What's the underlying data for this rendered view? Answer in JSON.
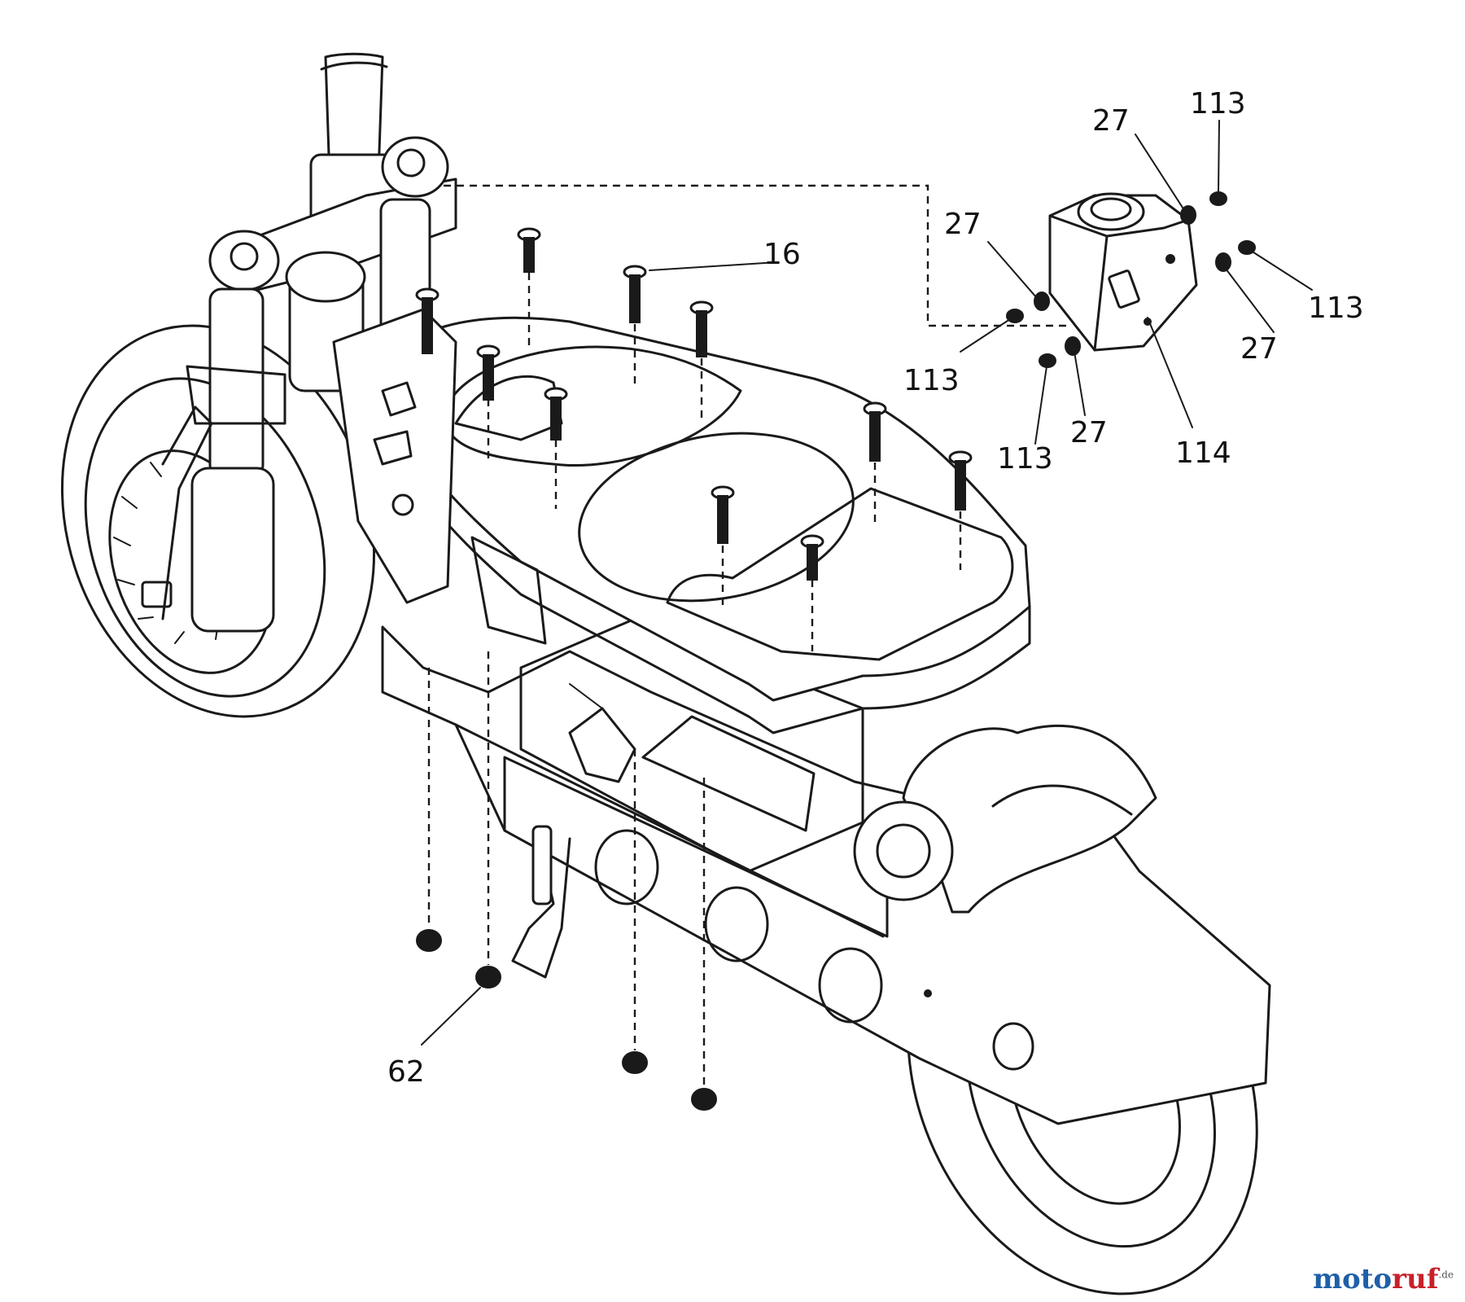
{
  "callouts": [
    "16",
    "27",
    "27",
    "27",
    "27",
    "62",
    "113",
    "113",
    "113",
    "113",
    "114"
  ],
  "watermark": {
    "part1": "moto",
    "part2": "ruf",
    "suffix": ".de",
    "color1": "#1f5fa8",
    "color2": "#c8202a"
  }
}
